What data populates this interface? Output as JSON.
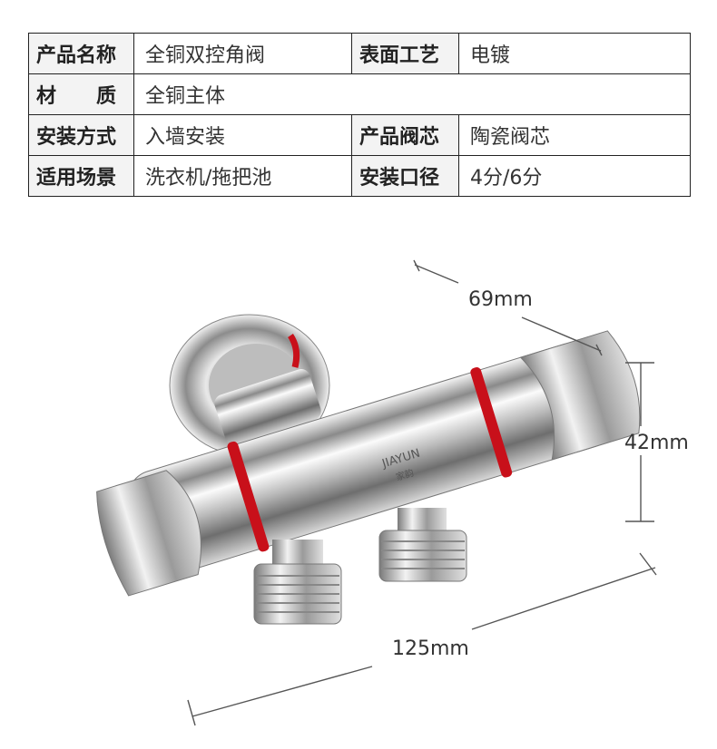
{
  "spec_table": {
    "rows": [
      [
        {
          "label": "产品名称",
          "value": "全铜双控角阀"
        },
        {
          "label": "表面工艺",
          "value": "电镀"
        }
      ],
      [
        {
          "label": "材　　质",
          "value": "全铜主体"
        }
      ],
      [
        {
          "label": "安装方式",
          "value": "入墙安装"
        },
        {
          "label": "产品阀芯",
          "value": "陶瓷阀芯"
        }
      ],
      [
        {
          "label": "适用场景",
          "value": "洗衣机/拖把池"
        },
        {
          "label": "安装口径",
          "value": "4分/6分"
        }
      ]
    ]
  },
  "dimensions": {
    "depth": "69mm",
    "height": "42mm",
    "length": "125mm"
  },
  "product": {
    "brand": "JIAYUN",
    "brand_cn": "家韵",
    "accent_color": "#c8101a"
  }
}
